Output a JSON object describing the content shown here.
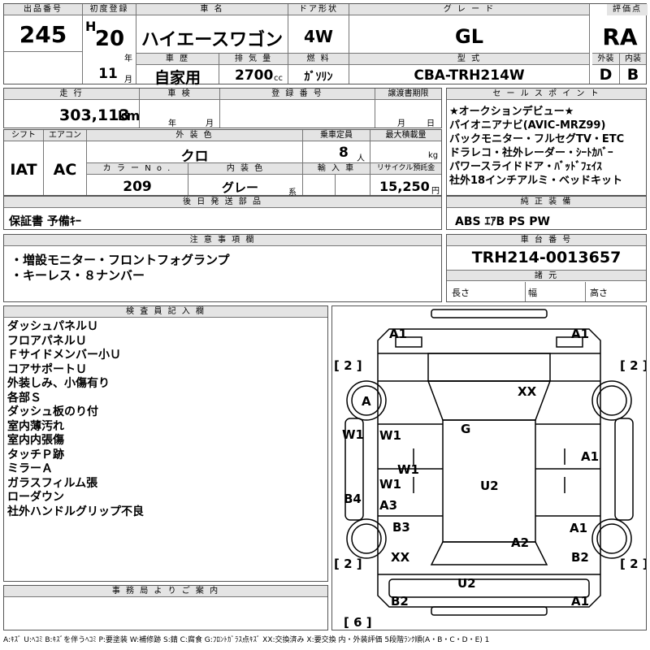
{
  "header": {
    "lot_label": "出品番号",
    "lot_value": "245",
    "first_reg_label": "初度登録",
    "era_mark": "H",
    "year_value": "20",
    "year_unit": "年",
    "month_value": "11",
    "month_unit": "月",
    "car_name_label": "車 名",
    "car_name_value": "ハイエースワゴン",
    "door_label": "ドア形状",
    "door_value": "4W",
    "grade_label": "グ レ ー ド",
    "grade_value": "GL",
    "score_label": "評価点",
    "score_value": "RA",
    "history_label": "車 歴",
    "history_value": "自家用",
    "displacement_label": "排 気 量",
    "displacement_value": "2700",
    "displacement_unit": "cc",
    "fuel_label": "燃 料",
    "fuel_value": "ｶﾞｿﾘﾝ",
    "model_label": "型 式",
    "model_value": "CBA-TRH214W",
    "exterior_label": "外装",
    "exterior_value": "D",
    "interior_label": "内装",
    "interior_value": "B"
  },
  "row2": {
    "mileage_label": "走 行",
    "mileage_value": "303,113",
    "mileage_unit": "km",
    "inspection_label": "車 検",
    "inspection_year_unit": "年",
    "inspection_month_unit": "月",
    "reg_no_label": "登 録 番 号",
    "transfer_label": "譲渡書期限",
    "transfer_month_unit": "月",
    "transfer_day_unit": "日"
  },
  "row3": {
    "shift_label": "シフト",
    "shift_value": "IAT",
    "ac_label": "エアコン",
    "ac_value": "AC",
    "ext_color_label": "外 装 色",
    "ext_color_value": "クロ",
    "capacity_label": "乗車定員",
    "capacity_value": "8",
    "capacity_unit": "人",
    "load_label": "最大積載量",
    "load_unit": "kg",
    "color_no_label": "カ ラ ー N o .",
    "color_no_value": "209",
    "int_color_label": "内 装 色",
    "int_color_value": "グレー",
    "int_color_unit": "系",
    "import_label": "輸 入 車",
    "recycle_label": "リサイクル預託金",
    "recycle_value": "15,250",
    "recycle_unit": "円"
  },
  "sales_points": {
    "label": "セ ー ル ス ポ イ ン ト",
    "lines": [
      "★オークションデビュー★",
      "パイオニアナビ(AVIC-MRZ99)",
      "バックモニター・フルセグTV・ETC",
      "ドラレコ・社外レーダー・ｼｰﾄｶﾊﾞｰ",
      "パワースライドドア・ﾊﾞｯﾄﾞﾌｪｲｽ",
      "社外18インチアルミ・ベッドキット"
    ]
  },
  "later_parts": {
    "label": "後 日 発 送 部 品",
    "value": "保証書 予備ｷｰ"
  },
  "std_equipment": {
    "label": "純 正 装 備",
    "value": "ABS ｴｱB PS PW"
  },
  "notes": {
    "label": "注 意 事 項 欄",
    "lines": [
      "・増設モニター・フロントフォグランプ",
      "・キーレス・８ナンバー"
    ]
  },
  "chassis": {
    "label": "車 台 番 号",
    "value": "TRH214-0013657"
  },
  "specs": {
    "label": "諸 元",
    "length_label": "長さ",
    "width_label": "幅",
    "height_label": "高さ"
  },
  "inspector": {
    "label": "検 査 員 記 入 欄",
    "lines": [
      "ダッシュパネルＵ",
      "フロアパネルＵ",
      "Ｆサイドメンバー小Ｕ",
      "コアサポートＵ",
      "外装しみ、小傷有り",
      "各部Ｓ",
      "ダッシュ板のり付",
      "室内薄汚れ",
      "室内内張傷",
      "タッチＰ跡",
      "ミラーＡ",
      "ガラスフィルム張",
      "ローダウン",
      "社外ハンドルグリップ不良"
    ]
  },
  "office": {
    "label": "事 務 局 よ り ご 案 内"
  },
  "diagram": {
    "marks": {
      "tl": "A1",
      "tr": "A1",
      "b2_fl": "[ 2 ]",
      "b2_fr": "[ 2 ]",
      "a_wheel": "A",
      "xx_hood": "XX",
      "g_glass": "G",
      "w1_side": "W1",
      "w1_a": "W1",
      "w1_b": "W1",
      "w1_c": "W1",
      "a1_r": "A1",
      "u2_roof": "U2",
      "b4": "B4",
      "a3": "A3",
      "b3": "B3",
      "a1_rr": "A1",
      "a2": "A2",
      "xx_rear": "XX",
      "b2_rr": "B2",
      "b2_rl": "[ 2 ]",
      "b2_rrb": "[ 2 ]",
      "u2_bottom": "U2",
      "b2_bl": "B2",
      "a1_br": "A1",
      "b6": "[ 6 ]"
    }
  },
  "legend": "A:ｷｽﾞ U:ﾍｺﾐ B:ｷｽﾞを伴うﾍｺﾐ P:要塗装 W:補修跡 S:錆 C:腐食 G:ﾌﾛﾝﾄｶﾞﾗｽ点ｷｽﾞ XX:交換済み X:要交換 内・外装評価 5段階ﾗﾝｸ順(A・B・C・D・E) 1"
}
